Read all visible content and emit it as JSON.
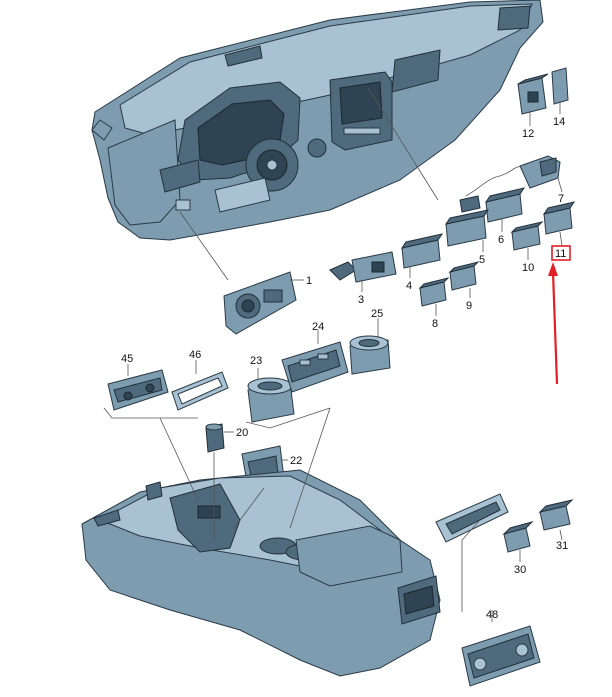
{
  "diagram": {
    "labels": [
      "1",
      "3",
      "4",
      "5",
      "6",
      "7",
      "8",
      "9",
      "10",
      "11",
      "12",
      "14",
      "20",
      "22",
      "23",
      "24",
      "25",
      "30",
      "31",
      "45",
      "46",
      "48"
    ],
    "highlighted_label": "11",
    "colors": {
      "part_fill": "#7e9cb0",
      "part_light": "#a9c2d3",
      "part_dark": "#4f6a7d",
      "outline": "#2a3a46",
      "leader": "#555555",
      "highlight": "#e21f26"
    }
  }
}
